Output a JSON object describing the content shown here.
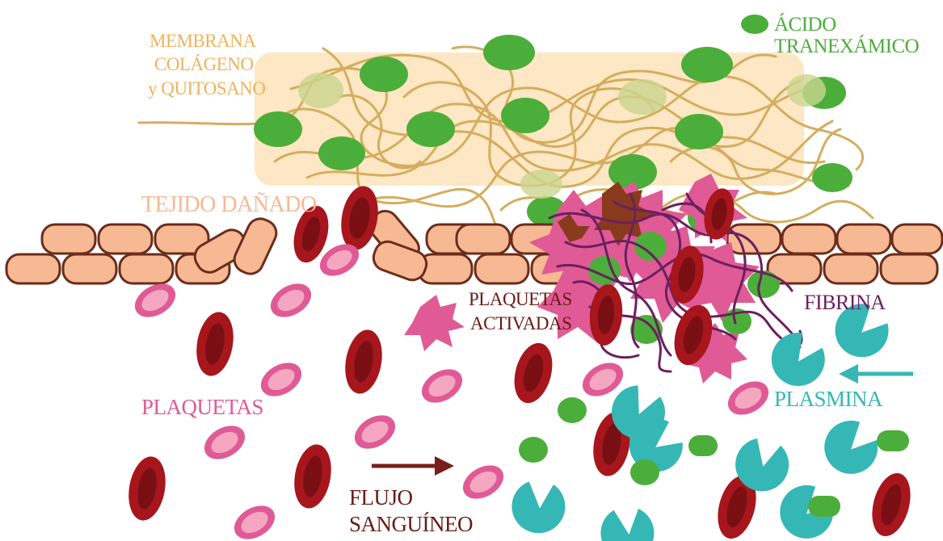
{
  "labels": {
    "membrana": [
      "MEMBRANA",
      "COLÁGENO",
      "y QUITOSANO"
    ],
    "acido": [
      "ÁCIDO",
      "TRANEXÁMICO"
    ],
    "tejido": "TEJIDO DAÑADO",
    "plaquetas_activadas": [
      "PLAQUETAS",
      "ACTIVADAS"
    ],
    "fibrina": "FIBRINA",
    "plasmina": "PLASMINA",
    "plaquetas": "PLAQUETAS",
    "flujo": [
      "FLUJO",
      "SANGUÍNEO"
    ]
  },
  "colors": {
    "membrane_fill": "#fde7c4",
    "collagen_fiber": "#d4ad5e",
    "tranexamic_acid": "#4cae3a",
    "tissue_cell": "#f6b994",
    "tissue_outline": "#6b2c1a",
    "red_cell": "#a6161c",
    "red_cell_inner": "#7a0f13",
    "platelet": "#e05a95",
    "platelet_inner": "#f5a7c2",
    "fibrin": "#6b2060",
    "plasmin": "#35b7b5",
    "flow_arrow": "#7a1f1a"
  }
}
